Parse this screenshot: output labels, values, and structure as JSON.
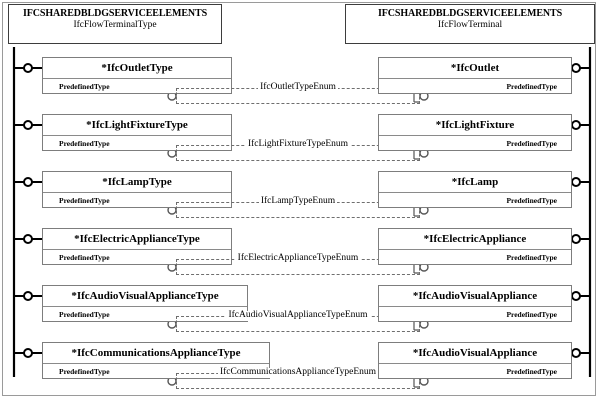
{
  "diagram": {
    "kind": "express-g-entity-diagram",
    "accent": "#000000",
    "box_border": "#7d7d7d",
    "enum_border": "#6e6e6e",
    "frame_border": "#9a9a9a"
  },
  "schema_left": {
    "schema": "IFCSHAREDBLDGSERVICEELEMENTS",
    "entity": "IfcFlowTerminalType"
  },
  "schema_right": {
    "schema": "IFCSHAREDBLDGSERVICEELEMENTS",
    "entity": "IfcFlowTerminal"
  },
  "attribute_label": "PredefinedType",
  "rows": [
    {
      "left_entity": "*IfcOutletType",
      "left_attr": "PredefinedType",
      "enum": "IfcOutletTypeEnum",
      "right_entity": "*IfcOutlet",
      "right_attr": "PredefinedType"
    },
    {
      "left_entity": "*IfcLightFixtureType",
      "left_attr": "PredefinedType",
      "enum": "IfcLightFixtureTypeEnum",
      "right_entity": "*IfcLightFixture",
      "right_attr": "PredefinedType"
    },
    {
      "left_entity": "*IfcLampType",
      "left_attr": "PredefinedType",
      "enum": "IfcLampTypeEnum",
      "right_entity": "*IfcLamp",
      "right_attr": "PredefinedType"
    },
    {
      "left_entity": "*IfcElectricApplianceType",
      "left_attr": "PredefinedType",
      "enum": "IfcElectricApplianceTypeEnum",
      "right_entity": "*IfcElectricAppliance",
      "right_attr": "PredefinedType"
    },
    {
      "left_entity": "*IfcAudioVisualApplianceType",
      "left_attr": "PredefinedType",
      "enum": "IfcAudioVisualApplianceTypeEnum",
      "right_entity": "*IfcAudioVisualAppliance",
      "right_attr": "PredefinedType"
    },
    {
      "left_entity": "*IfcCommunicationsApplianceType",
      "left_attr": "PredefinedType",
      "enum": "IfcCommunicationsApplianceTypeEnum",
      "right_entity": "*IfcAudioVisualAppliance",
      "right_attr": "PredefinedType"
    }
  ]
}
